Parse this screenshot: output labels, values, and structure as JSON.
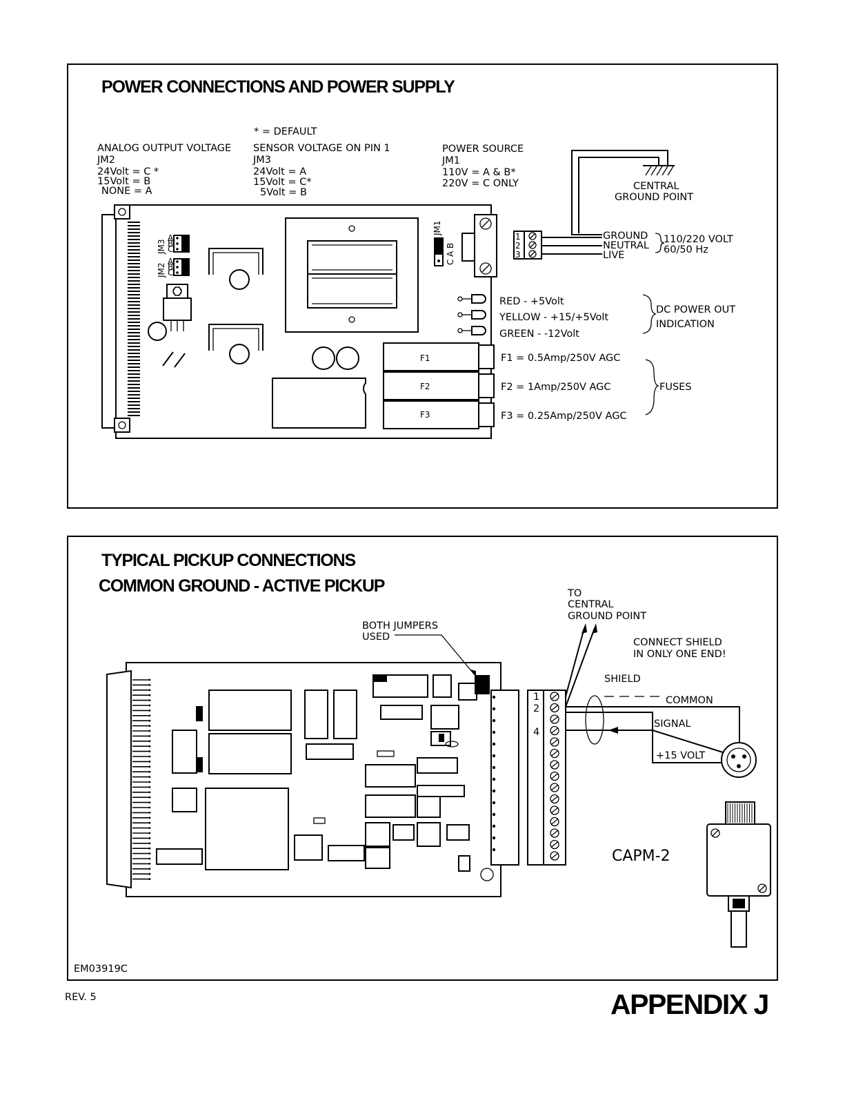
{
  "power": {
    "title": "POWER CONNECTIONS AND POWER SUPPLY",
    "default_note": "* = DEFAULT",
    "analog": {
      "heading": "ANALOG OUTPUT VOLTAGE",
      "jumper": "JM2",
      "lines": [
        "24Volt = C *",
        "15Volt = B",
        "NONE = A"
      ]
    },
    "sensor": {
      "heading": "SENSOR VOLTAGE ON PIN 1",
      "jumper": "JM3",
      "lines": [
        "24Volt = A",
        "15Volt = C*",
        "5Volt = B"
      ]
    },
    "source": {
      "heading": "POWER SOURCE",
      "jumper": "JM1",
      "lines": [
        "110V = A & B*",
        "220V = C ONLY"
      ]
    },
    "ground_point": [
      "CENTRAL",
      "GROUND POINT"
    ],
    "mains_wires": [
      "GROUND",
      "NEUTRAL",
      "LIVE"
    ],
    "mains_terminals": [
      "1",
      "2",
      "3"
    ],
    "mains_rating": [
      "110/220 VOLT",
      "60/50 Hz"
    ],
    "leds": [
      "RED - +5Volt",
      "YELLOW - +15/+5Volt",
      "GREEN - -12Volt"
    ],
    "led_group": [
      "DC POWER OUT",
      "INDICATION"
    ],
    "fuse_labels": [
      "F1",
      "F2",
      "F3"
    ],
    "fuse_specs": [
      "F1 = 0.5Amp/250V AGC",
      "F2 = 1Amp/250V AGC",
      "F3 = 0.25Amp/250V AGC"
    ],
    "fuse_group": "FUSES",
    "board_labels": {
      "jm3": "JM3",
      "jm2": "JM2",
      "jm1": "JM1",
      "abc": [
        "A",
        "B",
        "C"
      ],
      "jm1_pins": [
        "B",
        "A",
        "C"
      ]
    }
  },
  "pickup": {
    "title": "TYPICAL PICKUP CONNECTIONS",
    "subtitle": "COMMON GROUND - ACTIVE PICKUP",
    "jumpers_note": [
      "BOTH JUMPERS",
      "USED"
    ],
    "to_ground": [
      "TO",
      "CENTRAL",
      "GROUND POINT"
    ],
    "shield_note": [
      "CONNECT SHIELD",
      "IN ONLY ONE END!"
    ],
    "wires": [
      "SHIELD",
      "COMMON",
      "SIGNAL",
      "+15 VOLT"
    ],
    "terminal_numbers": [
      "1",
      "2",
      "4"
    ],
    "sensor_model": "CAPM-2"
  },
  "footer": {
    "drawing_number": "EM03919C",
    "revision": "REV. 5",
    "appendix": "APPENDIX J"
  }
}
